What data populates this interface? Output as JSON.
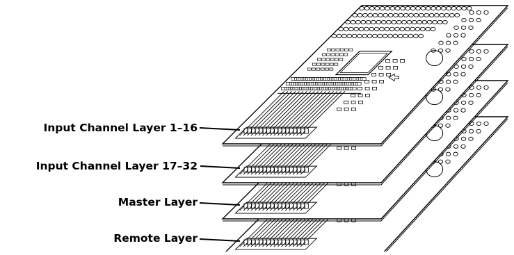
{
  "diagram": {
    "layers": [
      {
        "id": "input-1-16",
        "label": "Input Channel Layer 1–16"
      },
      {
        "id": "input-17-32",
        "label": "Input Channel Layer 17–32"
      },
      {
        "id": "master",
        "label": "Master Layer"
      },
      {
        "id": "remote",
        "label": "Remote Layer"
      }
    ]
  }
}
